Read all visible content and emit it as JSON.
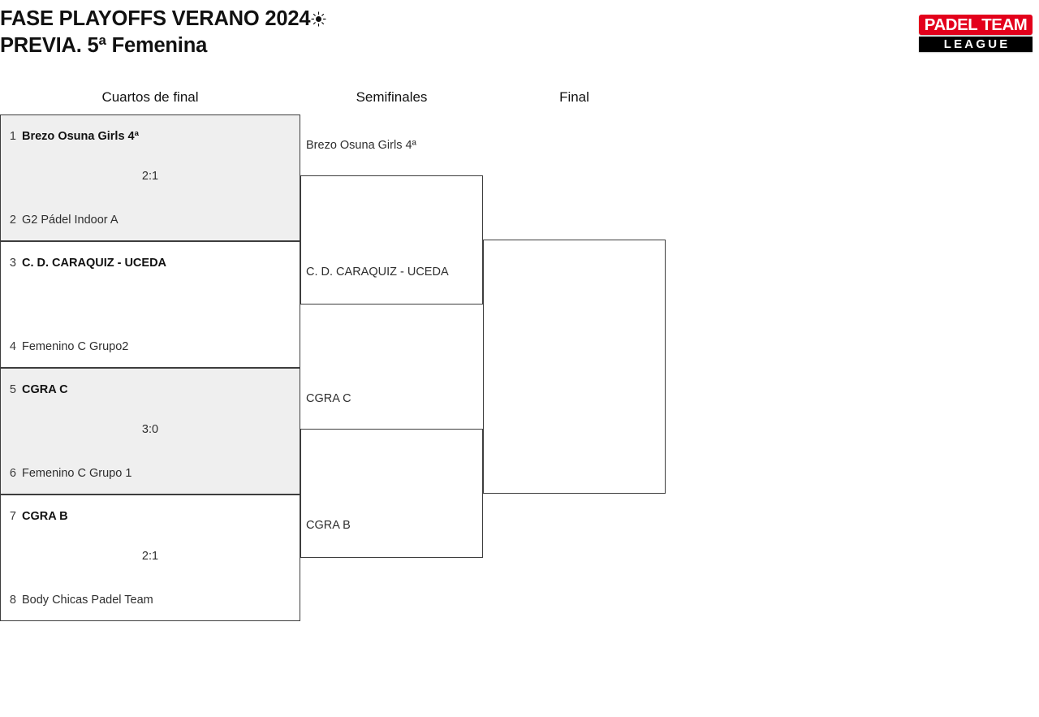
{
  "header": {
    "title_line1": "FASE PLAYOFFS VERANO 2024",
    "title_line2": "PREVIA. 5ª Femenina",
    "sun_icon": "sun-icon",
    "logo": {
      "top_text": "PADEL TEAM",
      "bottom_text": "LEAGUE",
      "red": "#e3001b",
      "black": "#000000"
    }
  },
  "rounds": [
    {
      "label": "Cuartos de final"
    },
    {
      "label": "Semifinales"
    },
    {
      "label": "Final"
    }
  ],
  "quarterfinals": [
    {
      "shaded": true,
      "top": {
        "seed": "1",
        "team": "Brezo Osuna Girls 4ª",
        "winner": true
      },
      "bottom": {
        "seed": "2",
        "team": "G2 Pádel Indoor A",
        "winner": false
      },
      "score": "2:1"
    },
    {
      "shaded": false,
      "top": {
        "seed": "3",
        "team": "C. D. CARAQUIZ - UCEDA",
        "winner": true
      },
      "bottom": {
        "seed": "4",
        "team": "Femenino C Grupo2",
        "winner": false
      },
      "score": ""
    },
    {
      "shaded": true,
      "top": {
        "seed": "5",
        "team": "CGRA C",
        "winner": true
      },
      "bottom": {
        "seed": "6",
        "team": "Femenino C Grupo 1",
        "winner": false
      },
      "score": "3:0"
    },
    {
      "shaded": false,
      "top": {
        "seed": "7",
        "team": "CGRA B",
        "winner": true
      },
      "bottom": {
        "seed": "8",
        "team": "Body Chicas Padel Team",
        "winner": false
      },
      "score": "2:1"
    }
  ],
  "semifinals": [
    {
      "advancing_top": "Brezo Osuna Girls 4ª",
      "advancing_bottom": "C. D. CARAQUIZ - UCEDA",
      "score": ""
    },
    {
      "advancing_top": "CGRA C",
      "advancing_bottom": "CGRA B",
      "score": ""
    }
  ],
  "final": {
    "advancing_top": "",
    "advancing_bottom": "",
    "score": ""
  },
  "colors": {
    "shaded_row": "#efefef",
    "border": "#3d3d3d",
    "text": "#2e2e2e"
  }
}
